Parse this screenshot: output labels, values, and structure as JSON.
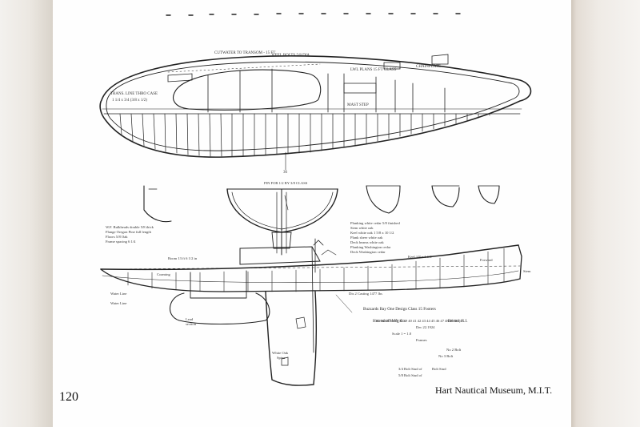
{
  "page_number": "120",
  "credit": "Hart Nautical Museum, M.I.T.",
  "plan_labels": {
    "title_block": "Buzzards Bay One Design Class 15 Footers",
    "builder": "Herreshoff Mfg Co.",
    "place": "Bristol, R.I."
  }
}
